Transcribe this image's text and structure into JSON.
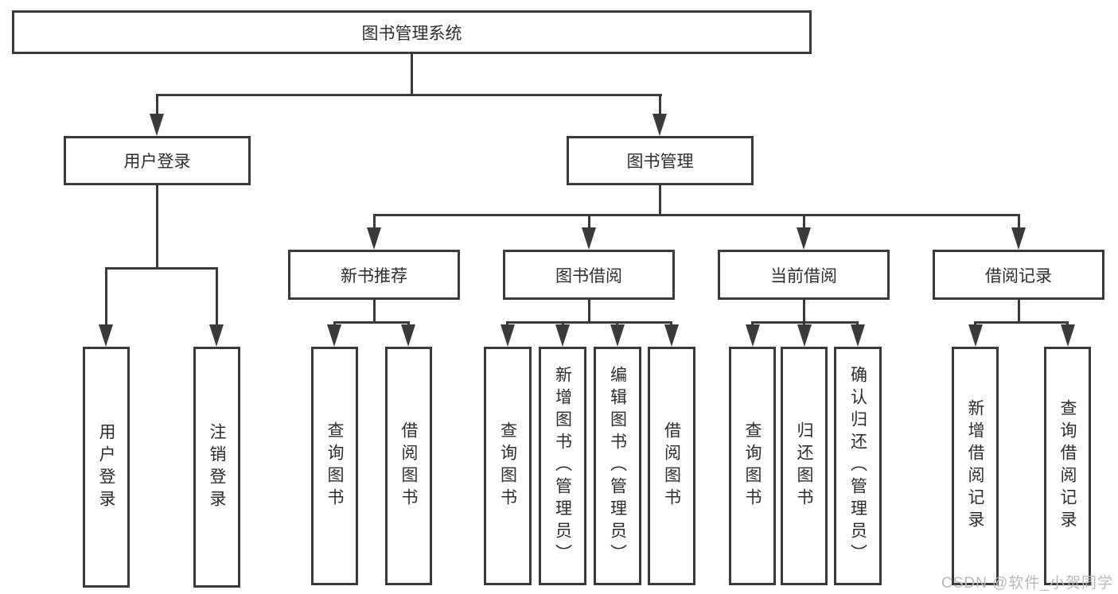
{
  "diagram": {
    "root": {
      "label": "图书管理系统"
    },
    "branches": [
      {
        "label": "用户登录",
        "children": [
          "用户登录",
          "注销登录"
        ]
      },
      {
        "label": "图书管理",
        "groups": [
          {
            "label": "新书推荐",
            "children": [
              "查询图书",
              "借阅图书"
            ]
          },
          {
            "label": "图书借阅",
            "children": [
              "查询图书",
              "新增图书（管理员）",
              "编辑图书（管理员）",
              "借阅图书"
            ]
          },
          {
            "label": "当前借阅",
            "children": [
              "查询图书",
              "归还图书",
              "确认归还（管理员）"
            ]
          },
          {
            "label": "借阅记录",
            "children": [
              "新增借阅记录",
              "查询借阅记录"
            ]
          }
        ]
      }
    ]
  },
  "watermark": {
    "text": "CSDN @软件_小贺同学"
  },
  "colors": {
    "line": "#3a3a3a",
    "text": "#2d2d2d",
    "background": "#ffffff",
    "watermark_color": "#b9b9b9"
  }
}
